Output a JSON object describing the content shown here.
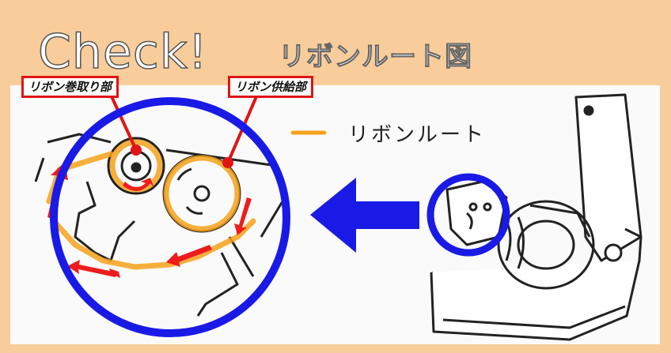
{
  "header": {
    "check_text": "Check!",
    "title": "リボンルート図"
  },
  "callouts": {
    "takeup": "リボン巻取り部",
    "supply": "リボン供給部"
  },
  "legend": {
    "label": "リボンルート",
    "color": "#f6a21a"
  },
  "colors": {
    "background": "#f9cd9b",
    "circle": "#1a1ae6",
    "arrow_red": "#ee1c1c",
    "callout_border": "#e01414"
  }
}
